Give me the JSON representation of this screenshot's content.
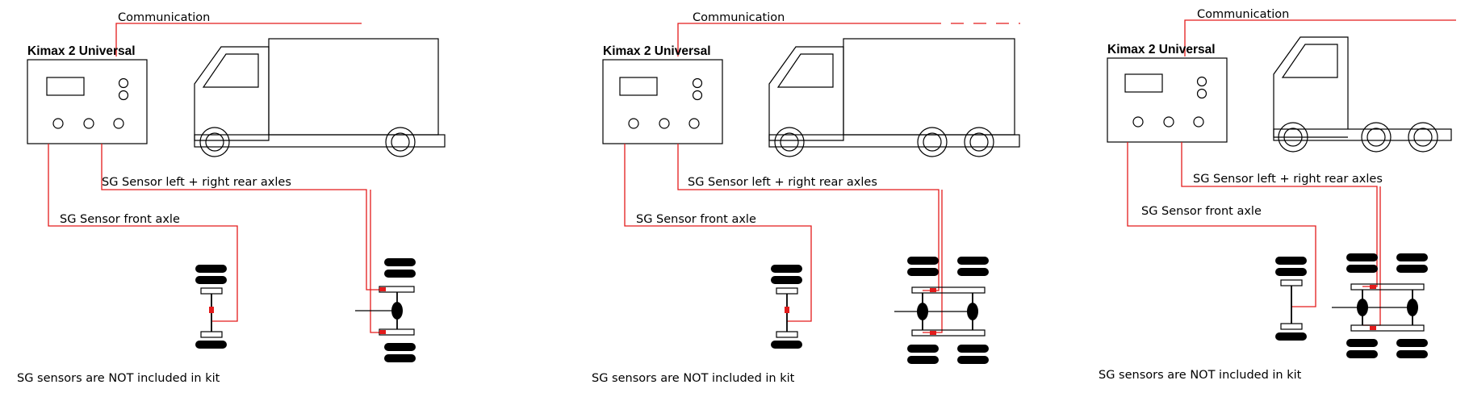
{
  "panels": [
    {
      "communication_label": "Communication",
      "device_label": "Kimax 2 Universal",
      "rear_sensor_label": "SG Sensor left + right rear axles",
      "front_sensor_label": "SG Sensor front axle",
      "footer_note": "SG sensors are NOT included in kit",
      "vehicle": "box-truck-2-axle-icon",
      "axle_layout": "single-rear-axle"
    },
    {
      "communication_label": "Communication",
      "device_label": "Kimax 2 Universal",
      "rear_sensor_label": "SG Sensor left + right rear axles",
      "front_sensor_label": "SG Sensor front axle",
      "footer_note": "SG sensors are NOT included in kit",
      "vehicle": "box-truck-3-axle-icon",
      "axle_layout": "tandem-rear-axles"
    },
    {
      "communication_label": "Communication",
      "device_label": "Kimax 2 Universal",
      "rear_sensor_label": "SG Sensor left + right rear axles",
      "front_sensor_label": "SG Sensor front axle",
      "footer_note": "SG sensors are NOT included in kit",
      "vehicle": "chassis-cab-3-axle-icon",
      "axle_layout": "tandem-rear-axles"
    }
  ],
  "colors": {
    "wire": "#e31b1b",
    "lines": "#000000",
    "background": "#ffffff"
  }
}
